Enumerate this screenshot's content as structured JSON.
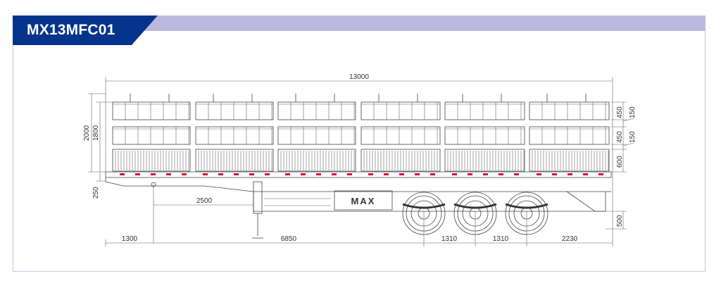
{
  "header": {
    "title": "MX13MFC01"
  },
  "drawing": {
    "brand_plate": "MAX",
    "dimensions": {
      "overall_length": "13000",
      "overall_height": "2000",
      "side_height": "1800",
      "deck_step": "250",
      "kingpin_to_landing_gear": "2500",
      "front_to_kingpin": "1300",
      "kingpin_to_first_axle": "6850",
      "axle_spacing_1": "1310",
      "axle_spacing_2": "1310",
      "rear_overhang": "2230",
      "upper_panel_height": "450",
      "middle_panel_height": "450",
      "lower_panel_height": "600",
      "gap_upper": "150",
      "gap_lower": "150",
      "rear_bumper_height": "500"
    }
  },
  "colors": {
    "brand_blue": "#06348c",
    "band_lavender": "#bdb9dd",
    "marker_red": "#d0103a"
  }
}
